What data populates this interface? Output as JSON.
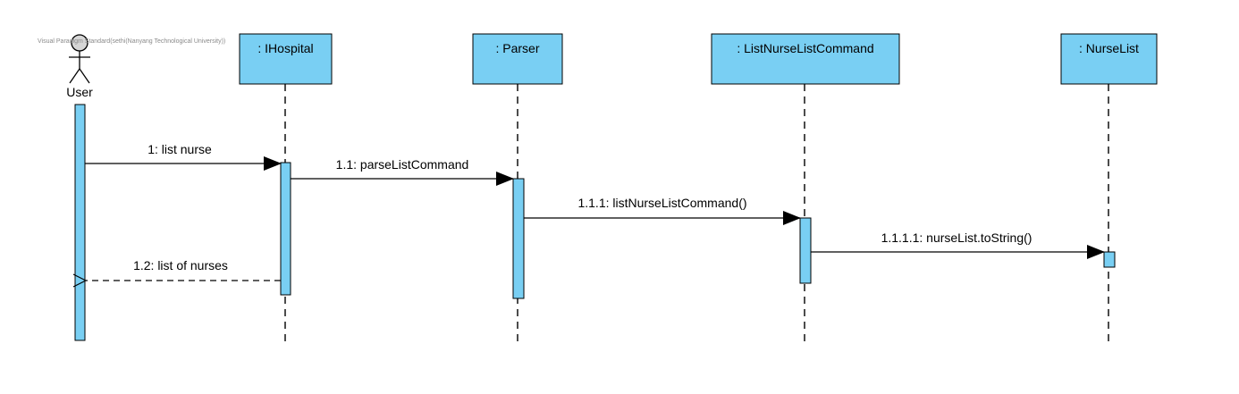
{
  "watermark": "Visual Paradigm Standard(sethi(Nanyang Technological University))",
  "actor": {
    "label": "User"
  },
  "participants": [
    {
      "id": "ihospital",
      "label": ": IHospital"
    },
    {
      "id": "parser",
      "label": ": Parser"
    },
    {
      "id": "listnurselistcommand",
      "label": ": ListNurseListCommand"
    },
    {
      "id": "nurselist",
      "label": ": NurseList"
    }
  ],
  "messages": [
    {
      "id": "m1",
      "label": "1: list nurse",
      "kind": "call"
    },
    {
      "id": "m1_1",
      "label": "1.1: parseListCommand",
      "kind": "call"
    },
    {
      "id": "m1_1_1",
      "label": "1.1.1: listNurseListCommand()",
      "kind": "call"
    },
    {
      "id": "m1_1_1_1",
      "label": "1.1.1.1: nurseList.toString()",
      "kind": "call"
    },
    {
      "id": "m1_2",
      "label": "1.2: list of nurses",
      "kind": "return"
    }
  ],
  "colors": {
    "fill": "#79CFF3",
    "line": "#000000"
  }
}
